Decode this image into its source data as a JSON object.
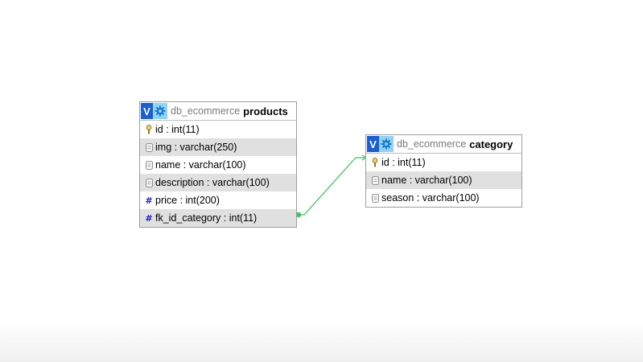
{
  "colors": {
    "header_badge": "#1a5fd6",
    "gear_bg": "#8fd3f4",
    "relation_line": "#3cc75a",
    "alt_row": "#e0e0e0",
    "int_icon": "#2020c8"
  },
  "tables": {
    "products": {
      "header": {
        "db": "db_ecommerce",
        "name": "products",
        "badge": "V",
        "badge_icon": "v-icon",
        "settings_icon": "gear-icon"
      },
      "columns": [
        {
          "text": "id : int(11)",
          "icon": "primary-key-icon"
        },
        {
          "text": "img : varchar(250)",
          "icon": "text-column-icon"
        },
        {
          "text": "name : varchar(100)",
          "icon": "text-column-icon"
        },
        {
          "text": "description : varchar(100)",
          "icon": "text-column-icon"
        },
        {
          "text": "price : int(200)",
          "icon": "numeric-column-icon"
        },
        {
          "text": "fk_id_category : int(11)",
          "icon": "numeric-column-icon"
        }
      ]
    },
    "category": {
      "header": {
        "db": "db_ecommerce",
        "name": "category",
        "badge": "V",
        "badge_icon": "v-icon",
        "settings_icon": "gear-icon"
      },
      "columns": [
        {
          "text": "id : int(11)",
          "icon": "primary-key-icon"
        },
        {
          "text": "name : varchar(100)",
          "icon": "text-column-icon"
        },
        {
          "text": "season : varchar(100)",
          "icon": "text-column-icon"
        }
      ]
    }
  },
  "relations": [
    {
      "from": "products.fk_id_category",
      "to": "category.id"
    }
  ]
}
